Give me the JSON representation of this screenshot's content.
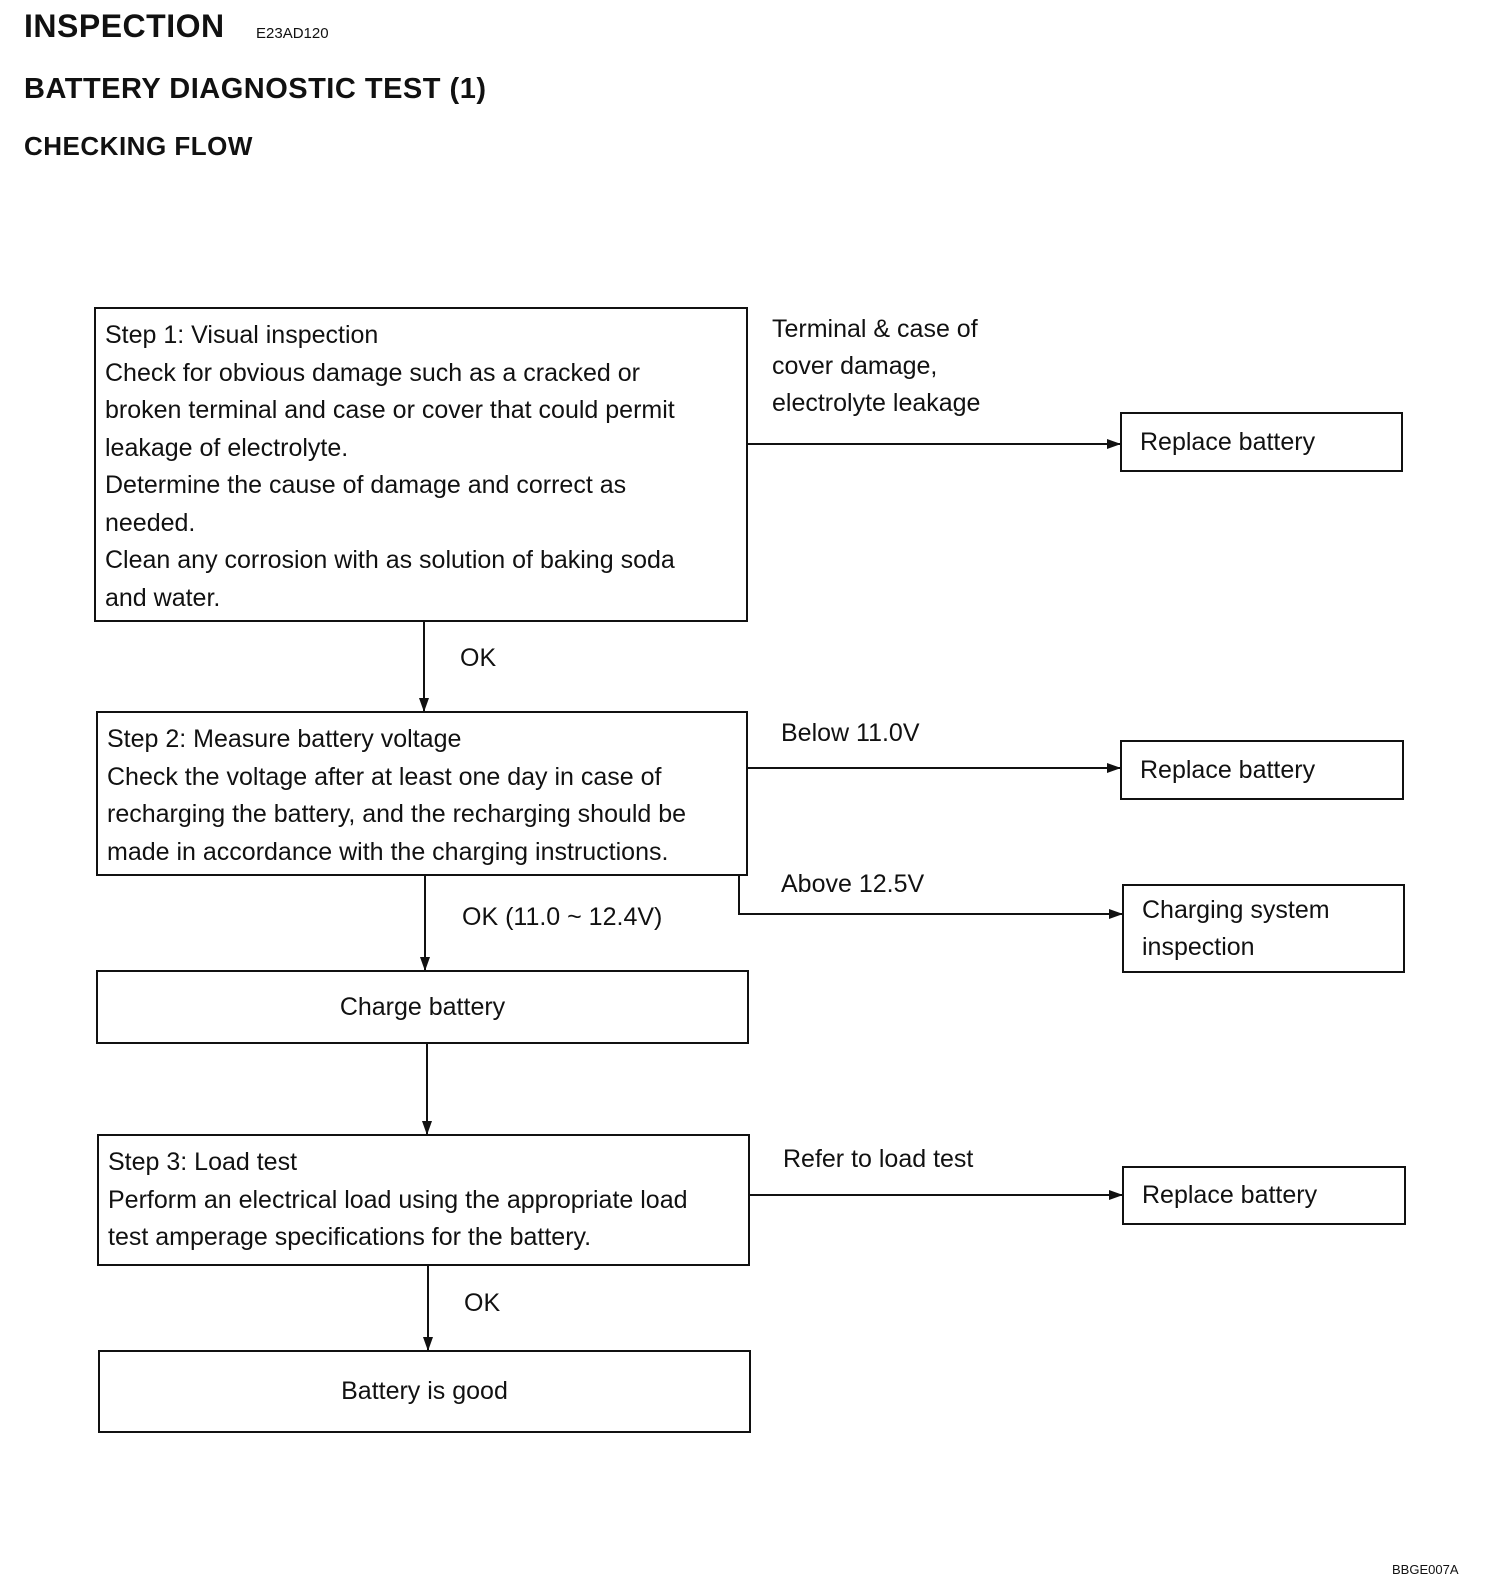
{
  "header": {
    "title": "INSPECTION",
    "code": "E23AD120",
    "subtitle": "BATTERY DIAGNOSTIC TEST (1)",
    "section": "CHECKING FLOW"
  },
  "steps": {
    "step1": {
      "title": "Step 1: Visual inspection",
      "lines": [
        "Check for obvious damage such as a cracked or",
        "broken terminal and case or cover that could permit",
        "leakage of electrolyte.",
        "Determine the cause of damage and correct as",
        "needed.",
        "Clean any corrosion with as solution of baking soda",
        "and water."
      ]
    },
    "step2": {
      "title": "Step 2: Measure battery voltage",
      "lines": [
        "Check the voltage after at least one day in case of",
        "recharging the battery, and the recharging should be",
        "made in accordance with the charging instructions."
      ]
    },
    "charge": "Charge battery",
    "step3": {
      "title": "Step 3: Load test",
      "lines": [
        "Perform an electrical load using the appropriate load",
        "test amperage specifications for the battery."
      ]
    },
    "good": "Battery is good"
  },
  "conditions": {
    "damage": [
      "Terminal & case of",
      "cover damage,",
      "electrolyte leakage"
    ],
    "below": "Below 11.0V",
    "above": "Above 12.5V",
    "load": "Refer to load test"
  },
  "flow_labels": {
    "ok1": "OK",
    "ok2": "OK (11.0 ~ 12.4V)",
    "ok3": "OK"
  },
  "outcomes": {
    "replace1": "Replace battery",
    "replace2": "Replace battery",
    "charging": [
      "Charging system",
      "inspection"
    ],
    "replace3": "Replace battery"
  },
  "footer": {
    "figure_code": "BBGE007A"
  }
}
